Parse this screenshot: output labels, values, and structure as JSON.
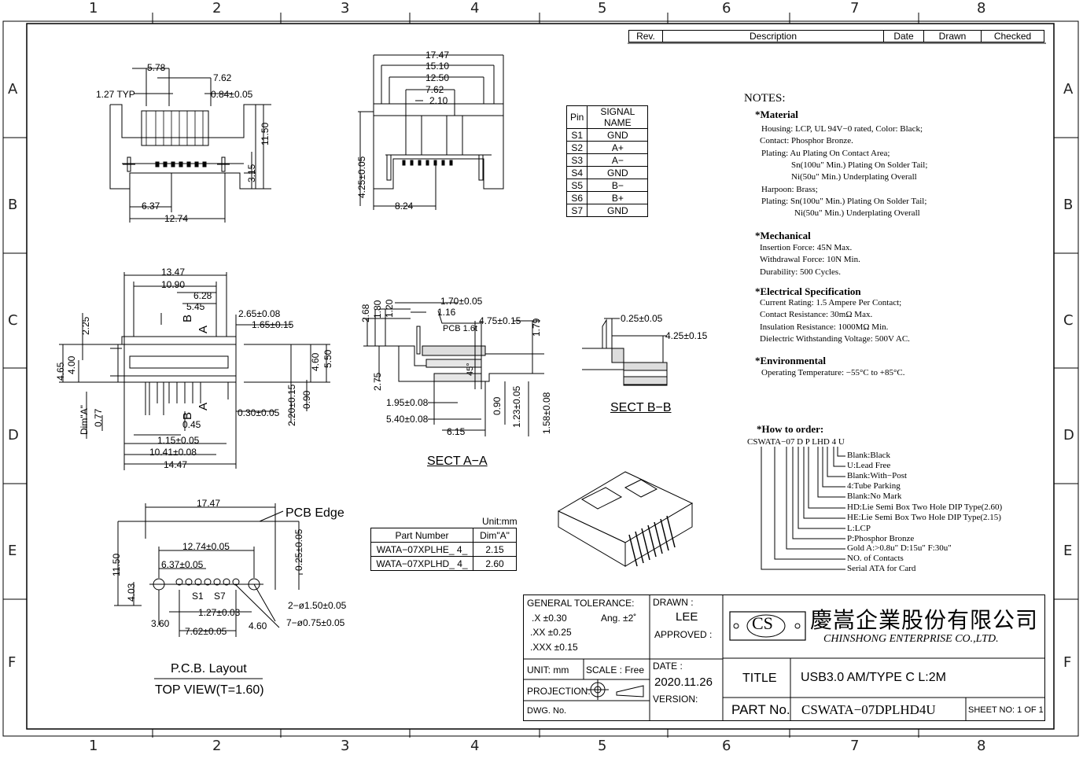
{
  "border": {
    "top_numbers": [
      "1",
      "2",
      "3",
      "4",
      "5",
      "6",
      "7",
      "8"
    ],
    "side_letters": [
      "A",
      "B",
      "C",
      "D",
      "E",
      "F"
    ]
  },
  "revision_block": {
    "headers": [
      "Rev.",
      "Description",
      "Date",
      "Drawn",
      "Checked"
    ]
  },
  "top_view": {
    "dims": [
      "5.78",
      "7.62",
      "1.27 TYP",
      "0.84±0.05",
      "11.50",
      "3.15",
      "6.37",
      "12.74"
    ]
  },
  "front_view": {
    "dims": [
      "17.47",
      "15.10",
      "12.50",
      "7.62",
      "2.10",
      "4.25±0.05",
      "8.24"
    ]
  },
  "pin_table": {
    "headers": [
      "Pin",
      "SIGNAL NAME"
    ],
    "rows": [
      [
        "S1",
        "GND"
      ],
      [
        "S2",
        "A+"
      ],
      [
        "S3",
        "A−"
      ],
      [
        "S4",
        "GND"
      ],
      [
        "S5",
        "B−"
      ],
      [
        "S6",
        "B+"
      ],
      [
        "S7",
        "GND"
      ]
    ]
  },
  "side_view": {
    "dims": [
      "13.47",
      "10.90",
      "6.28",
      "5.45",
      "2.65±0.08",
      "1.65±0.15",
      "2.25",
      "4.65",
      "4.00",
      "4.60",
      "5.50",
      "2.20±0.15",
      "0.90",
      "0.30±0.05",
      "0.45",
      "1.15±0.05",
      "10.41±0.08",
      "14.47",
      "Dim\"A\"",
      "0.77"
    ],
    "labels": [
      "B",
      "A",
      "B",
      "A"
    ]
  },
  "section_aa": {
    "dims": [
      "2.68",
      "1.80",
      "1.20",
      "1.70±0.05",
      "1.16",
      "PCB 1.6t",
      "4.75±0.15",
      "1.79",
      "2.75",
      "1.95±0.08",
      "5.40±0.08",
      "6.15",
      "0.90",
      "1.23±0.05",
      "1.58±0.08",
      "45°"
    ],
    "title": "SECT A−A"
  },
  "section_bb": {
    "dims": [
      "0.25±0.05",
      "4.25±0.15"
    ],
    "title": "SECT B−B"
  },
  "pcb_layout": {
    "dims": [
      "17.47",
      "11.50",
      "12.74±0.05",
      "6.37±0.05",
      "0.25±0.05",
      "4.03",
      "S1",
      "S7",
      "1.27±0.03",
      "3.60",
      "7.62±0.05",
      "4.60",
      "2−ø1.50±0.05",
      "7−ø0.75±0.05"
    ],
    "pcb_edge": "PCB  Edge",
    "title": "P.C.B.  Layout",
    "subtitle": "TOP  VIEW(T=1.60)"
  },
  "part_table": {
    "unit": "Unit:mm",
    "headers": [
      "Part Number",
      "Dim\"A\""
    ],
    "rows": [
      [
        "WATA−07XPLHE_ 4_",
        "2.15"
      ],
      [
        "WATA−07XPLHD_ 4_",
        "2.60"
      ]
    ]
  },
  "notes": {
    "title": "NOTES:",
    "material_title": "*Material",
    "material": [
      "Housing: LCP,  UL  94V−0  rated,  Color:  Black;",
      "Contact:  Phosphor  Bronze.",
      "Plating:  Au  Plating  On  Contact  Area;",
      "Sn(100u\"  Min.)  Plating  On  Solder  Tail;",
      "Ni(50u\"  Min.)  Underplating  Overall",
      "Harpoon:  Brass;",
      "Plating:  Sn(100u\"  Min.)  Plating  On  Solder  Tail;",
      "Ni(50u\"  Min.)  Underplating  Overall"
    ],
    "mechanical_title": "*Mechanical",
    "mechanical": [
      "Insertion  Force:  45N  Max.",
      "Withdrawal  Force:  10N  Min.",
      "Durability:  500  Cycles."
    ],
    "electrical_title": "*Electrical  Specification",
    "electrical": [
      "Current  Rating:  1.5  Ampere  Per  Contact;",
      "Contact  Resistance:  30mΩ  Max.",
      "Insulation  Resistance:  1000MΩ  Min.",
      "Dielectric  Withstanding  Voltage:  500V  AC."
    ],
    "environmental_title": "*Environmental",
    "environmental": [
      "Operating  Temperature:  −55°C  to  +85°C."
    ]
  },
  "order": {
    "title": "*How to order:",
    "code": "CSWATA−07 D P LHD  4  U",
    "items": [
      "Blank:Black",
      "U:Lead  Free",
      "Blank:With−Post",
      "4:Tube  Parking",
      "Blank:No  Mark",
      "HD:Lie  Semi  Box  Two  Hole  DIP  Type(2.60)",
      "HE:Lie  Semi  Box  Two  Hole  DIP  Type(2.15)",
      "L:LCP",
      "P:Phosphor  Bronze",
      "Gold  A:>0.8u\"  D:15u\"    F:30u\"",
      "NO.  of  Contacts",
      "Serial  ATA  for  Card"
    ]
  },
  "title_block": {
    "general_tolerance": "GENERAL TOLERANCE:",
    "tol_x": ".X  ±0.30",
    "tol_ang": "Ang.  ±2˚",
    "tol_xx": ".XX ±0.25",
    "tol_xxx": ".XXX ±0.15",
    "unit": "UNIT:  mm",
    "scale": "SCALE :  Free",
    "projection": "PROJECTION:",
    "dwg_no": "DWG. No.",
    "drawn_label": "DRAWN :",
    "drawn_value": "LEE",
    "approved_label": "APPROVED :",
    "date_label": "DATE :",
    "date_value": "2020.11.26",
    "version_label": "VERSION:",
    "logo_text": "CS",
    "company_cn": "慶嵩企業股份有限公司",
    "company_en": "CHINSHONG ENTERPRISE CO.,LTD.",
    "title_label": "TITLE",
    "title_value": "USB3.0 AM/TYPE C L:2M",
    "part_label": "PART No.",
    "part_value": "CSWATA−07DPLHD4U",
    "sheet": "SHEET  NO:  1 OF 1"
  }
}
